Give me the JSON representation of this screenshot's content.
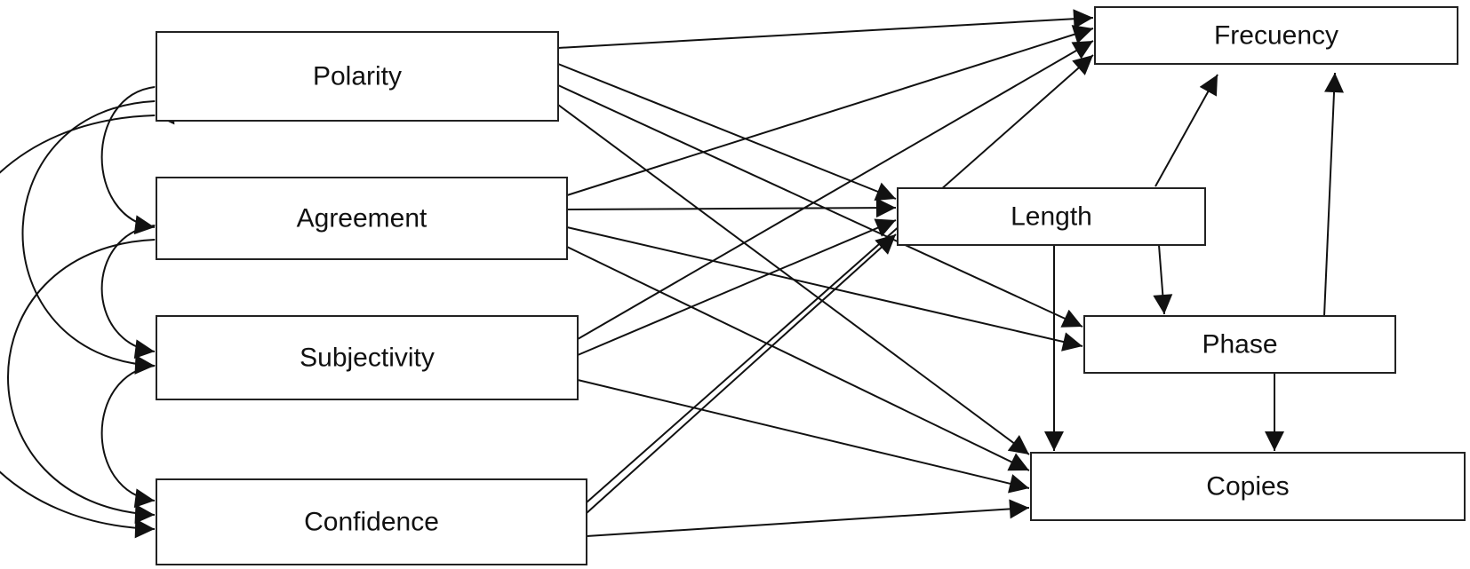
{
  "nodes": [
    {
      "id": "polarity",
      "label": "Polarity"
    },
    {
      "id": "agreement",
      "label": "Agreement"
    },
    {
      "id": "subjectivity",
      "label": "Subjectivity"
    },
    {
      "id": "confidence",
      "label": "Confidence"
    },
    {
      "id": "length",
      "label": "Length"
    },
    {
      "id": "frecuency",
      "label": "Frecuency"
    },
    {
      "id": "phase",
      "label": "Phase"
    },
    {
      "id": "copies",
      "label": "Copies"
    }
  ],
  "edges": [
    {
      "from": "polarity",
      "to": "frecuency"
    },
    {
      "from": "polarity",
      "to": "length"
    },
    {
      "from": "polarity",
      "to": "phase"
    },
    {
      "from": "polarity",
      "to": "copies"
    },
    {
      "from": "agreement",
      "to": "frecuency"
    },
    {
      "from": "agreement",
      "to": "length"
    },
    {
      "from": "agreement",
      "to": "phase"
    },
    {
      "from": "agreement",
      "to": "copies"
    },
    {
      "from": "subjectivity",
      "to": "frecuency"
    },
    {
      "from": "subjectivity",
      "to": "length"
    },
    {
      "from": "subjectivity",
      "to": "copies"
    },
    {
      "from": "confidence",
      "to": "frecuency"
    },
    {
      "from": "confidence",
      "to": "length"
    },
    {
      "from": "confidence",
      "to": "copies"
    },
    {
      "from": "length",
      "to": "frecuency"
    },
    {
      "from": "length",
      "to": "phase"
    },
    {
      "from": "length",
      "to": "copies"
    },
    {
      "from": "phase",
      "to": "frecuency"
    },
    {
      "from": "phase",
      "to": "copies"
    }
  ],
  "covariances": [
    {
      "a": "polarity",
      "b": "agreement"
    },
    {
      "a": "polarity",
      "b": "subjectivity"
    },
    {
      "a": "polarity",
      "b": "confidence"
    },
    {
      "a": "agreement",
      "b": "subjectivity"
    },
    {
      "a": "agreement",
      "b": "confidence"
    },
    {
      "a": "subjectivity",
      "b": "confidence"
    }
  ]
}
